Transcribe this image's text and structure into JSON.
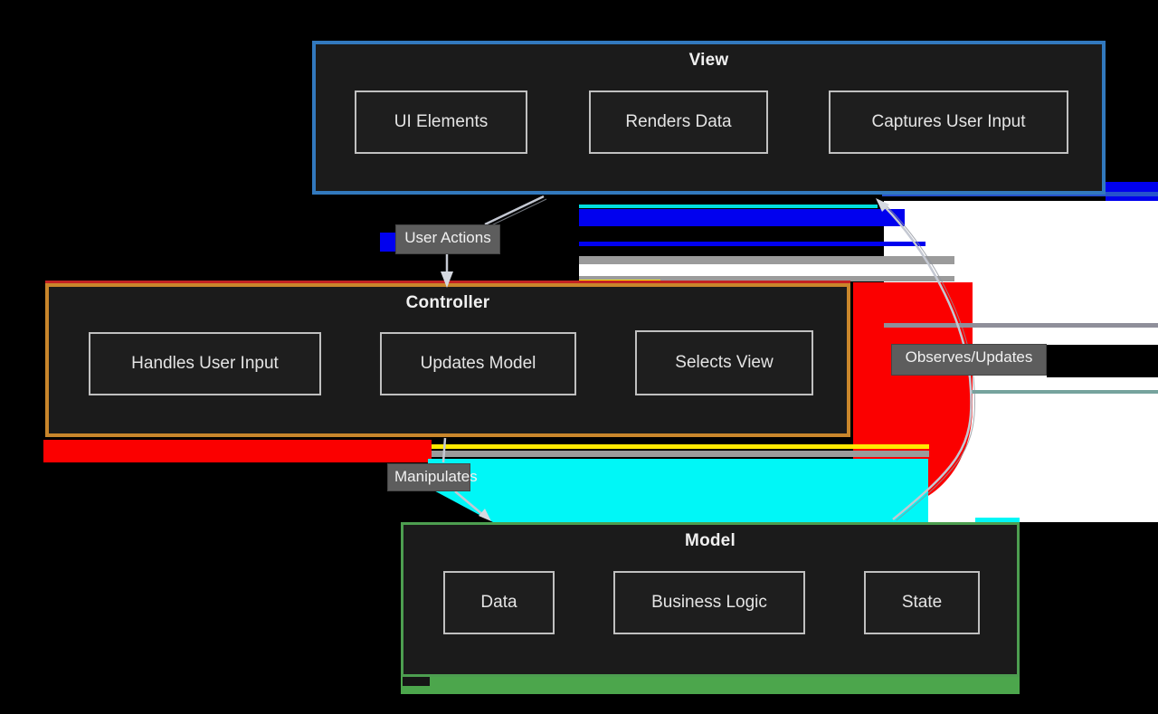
{
  "diagram": {
    "type": "flowchart",
    "groups": [
      {
        "title": "View",
        "border_color": "#3279be",
        "children": [
          "UI Elements",
          "Renders Data",
          "Captures User Input"
        ]
      },
      {
        "title": "Controller",
        "border_color": "#c9862b",
        "children": [
          "Handles User Input",
          "Updates Model",
          "Selects View"
        ]
      },
      {
        "title": "Model",
        "border_color": "#4d9e50",
        "children": [
          "Data",
          "Business Logic",
          "State"
        ]
      }
    ],
    "edges": [
      {
        "from": "View",
        "to": "Controller",
        "label": "User Actions"
      },
      {
        "from": "Controller",
        "to": "Model",
        "label": "Manipulates"
      },
      {
        "from": "Model",
        "to": "View",
        "label": "Observes/Updates"
      }
    ],
    "colors": {
      "background": "#000000",
      "node_fill": "#1b1b1b",
      "subnode_border": "#c0c0c0",
      "edge_stroke": "#c4c8d2",
      "label_bg": "#5d5d5d",
      "text": "#e9e9e9",
      "view_border": "#3279be",
      "controller_border": "#c9862b",
      "model_border": "#4d9e50",
      "model_band_green": "#4ca64c",
      "artifact_red": "#fb0000",
      "artifact_cyan": "#00f7f7",
      "artifact_blue": "#0101ee",
      "artifact_yellow": "#ffe900",
      "artifact_white": "#ffffff",
      "artifact_gray": "#9b9b9b",
      "artifact_teal": "#76a39d"
    }
  }
}
